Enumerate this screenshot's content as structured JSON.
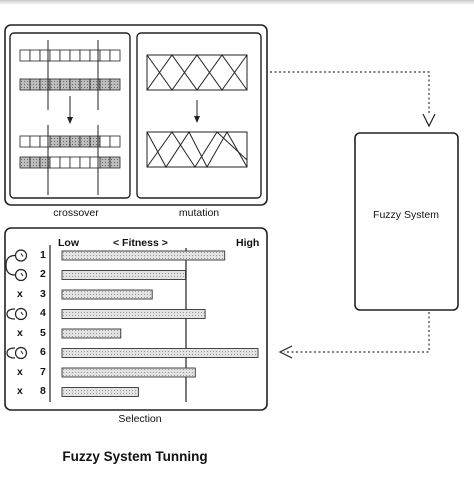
{
  "caption": "Fuzzy System Tunning",
  "panels": {
    "crossover_label": "crossover",
    "mutation_label": "mutation",
    "selection_label": "Selection",
    "fuzzy_system_label": "Fuzzy System"
  },
  "fitness_axis": {
    "low": "Low",
    "middle": "< Fitness >",
    "high": "High"
  },
  "selection": {
    "rows": [
      {
        "rank": "1",
        "fitness": 0.83,
        "marker": "loop-start"
      },
      {
        "rank": "2",
        "fitness": 0.63,
        "marker": "loop-end"
      },
      {
        "rank": "3",
        "fitness": 0.46,
        "marker": "x"
      },
      {
        "rank": "4",
        "fitness": 0.73,
        "marker": "loop"
      },
      {
        "rank": "5",
        "fitness": 0.3,
        "marker": "x"
      },
      {
        "rank": "6",
        "fitness": 1.0,
        "marker": "loop-start"
      },
      {
        "rank": "7",
        "fitness": 0.68,
        "marker": "x"
      },
      {
        "rank": "8",
        "fitness": 0.39,
        "marker": "x"
      }
    ],
    "x_symbol": "x"
  }
}
